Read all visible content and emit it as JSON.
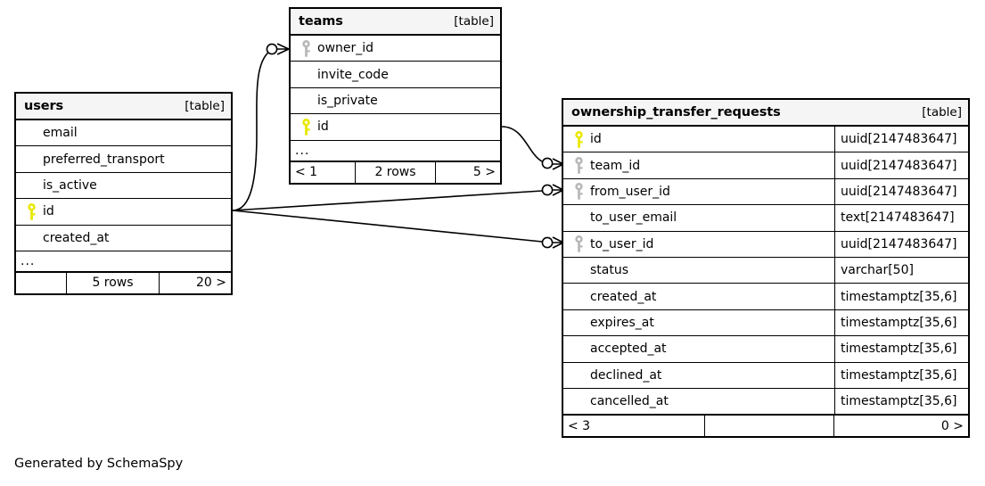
{
  "diagram": {
    "type": "entity-relationship-diagram",
    "generator_note": "Generated by SchemaSpy",
    "table_tag": "[table]",
    "colors": {
      "primary_key": "#e8e800",
      "foreign_key": "#b3b3b3",
      "header_background": "#f5f5f5",
      "border": "#000000",
      "background": "#ffffff"
    }
  },
  "tables": [
    {
      "id": "users",
      "name": "users",
      "tag": "[table]",
      "columns": [
        {
          "name": "email",
          "key": "none",
          "type": ""
        },
        {
          "name": "preferred_transport",
          "key": "none",
          "type": ""
        },
        {
          "name": "is_active",
          "key": "none",
          "type": ""
        },
        {
          "name": "id",
          "key": "primary",
          "type": ""
        },
        {
          "name": "created_at",
          "key": "none",
          "type": ""
        }
      ],
      "more_indicator": "...",
      "footer": {
        "left": "",
        "middle": "5 rows",
        "right": "20 >"
      }
    },
    {
      "id": "teams",
      "name": "teams",
      "tag": "[table]",
      "columns": [
        {
          "name": "owner_id",
          "key": "foreign",
          "type": ""
        },
        {
          "name": "invite_code",
          "key": "none",
          "type": ""
        },
        {
          "name": "is_private",
          "key": "none",
          "type": ""
        },
        {
          "name": "id",
          "key": "primary",
          "type": ""
        }
      ],
      "more_indicator": "...",
      "footer": {
        "left": "< 1",
        "middle": "2 rows",
        "right": "5 >"
      }
    },
    {
      "id": "ownership_transfer_requests",
      "name": "ownership_transfer_requests",
      "tag": "[table]",
      "columns": [
        {
          "name": "id",
          "key": "primary",
          "type": "uuid[2147483647]"
        },
        {
          "name": "team_id",
          "key": "foreign",
          "type": "uuid[2147483647]"
        },
        {
          "name": "from_user_id",
          "key": "foreign",
          "type": "uuid[2147483647]"
        },
        {
          "name": "to_user_email",
          "key": "none",
          "type": "text[2147483647]"
        },
        {
          "name": "to_user_id",
          "key": "foreign",
          "type": "uuid[2147483647]"
        },
        {
          "name": "status",
          "key": "none",
          "type": "varchar[50]"
        },
        {
          "name": "created_at",
          "key": "none",
          "type": "timestamptz[35,6]"
        },
        {
          "name": "expires_at",
          "key": "none",
          "type": "timestamptz[35,6]"
        },
        {
          "name": "accepted_at",
          "key": "none",
          "type": "timestamptz[35,6]"
        },
        {
          "name": "declined_at",
          "key": "none",
          "type": "timestamptz[35,6]"
        },
        {
          "name": "cancelled_at",
          "key": "none",
          "type": "timestamptz[35,6]"
        }
      ],
      "more_indicator": "",
      "footer": {
        "left": "< 3",
        "middle": "",
        "right": "0 >"
      }
    }
  ],
  "relationships": [
    {
      "from_table": "users",
      "from_column": "id",
      "to_table": "teams",
      "to_column": "owner_id",
      "notation": "optional-many"
    },
    {
      "from_table": "teams",
      "from_column": "id",
      "to_table": "ownership_transfer_requests",
      "to_column": "team_id",
      "notation": "optional-many"
    },
    {
      "from_table": "users",
      "from_column": "id",
      "to_table": "ownership_transfer_requests",
      "to_column": "from_user_id",
      "notation": "optional-many"
    },
    {
      "from_table": "users",
      "from_column": "id",
      "to_table": "ownership_transfer_requests",
      "to_column": "to_user_id",
      "notation": "optional-many"
    }
  ],
  "credit": "Generated by SchemaSpy"
}
